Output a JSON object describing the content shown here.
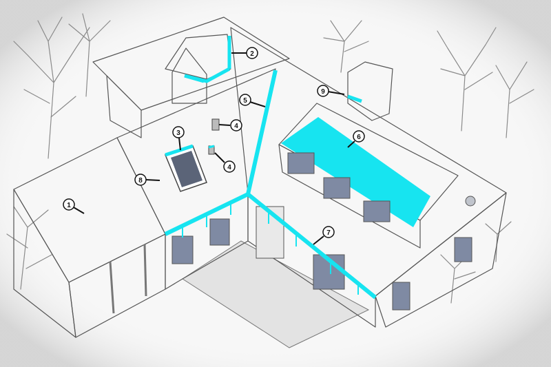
{
  "colors": {
    "highlight": "#17e4f0",
    "roof": "#ffffff",
    "wall": "#d6d6d6",
    "wall_dark": "#bcbcbc",
    "ground": "#ececec",
    "outline": "#555555",
    "window": "#7f8aa3"
  },
  "callouts": [
    {
      "id": "callout-1",
      "number": "1"
    },
    {
      "id": "callout-2",
      "number": "2"
    },
    {
      "id": "callout-3",
      "number": "3"
    },
    {
      "id": "callout-4a",
      "number": "4"
    },
    {
      "id": "callout-4b",
      "number": "4"
    },
    {
      "id": "callout-5",
      "number": "5"
    },
    {
      "id": "callout-6",
      "number": "6"
    },
    {
      "id": "callout-7",
      "number": "7"
    },
    {
      "id": "callout-8",
      "number": "8"
    },
    {
      "id": "callout-9",
      "number": "9"
    }
  ]
}
